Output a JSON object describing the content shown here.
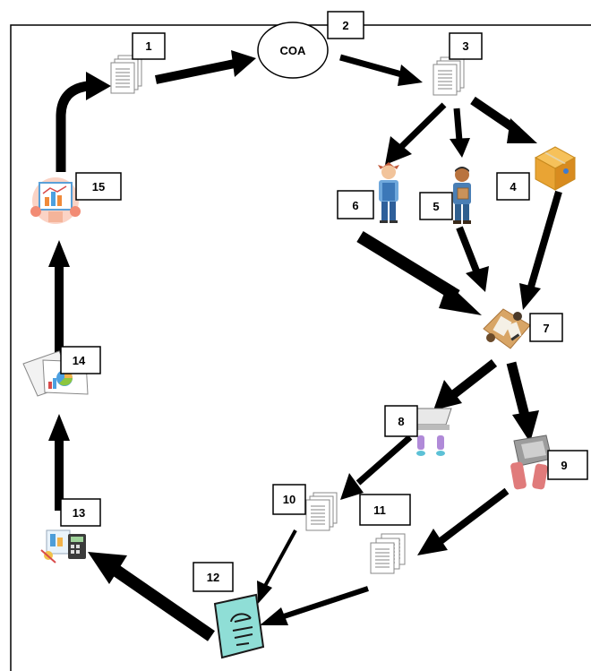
{
  "center": {
    "label": "COA"
  },
  "labels": {
    "n1": "1",
    "n2": "2",
    "n3": "3",
    "n4": "4",
    "n5": "5",
    "n6": "6",
    "n7": "7",
    "n8": "8",
    "n9": "9",
    "n10": "10",
    "n11": "11",
    "n12": "12",
    "n13": "13",
    "n14": "14",
    "n15": "15"
  }
}
